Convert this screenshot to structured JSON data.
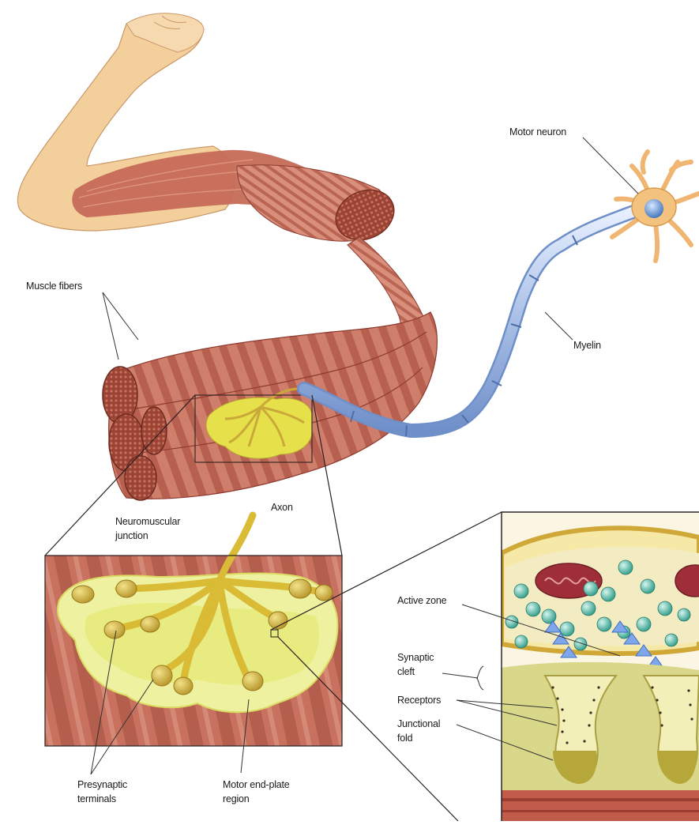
{
  "labels": {
    "motor_neuron": "Motor neuron",
    "muscle_fibers": "Muscle fibers",
    "myelin": "Myelin",
    "axon": "Axon",
    "neuromuscular_junction_line1": "Neuromuscular",
    "neuromuscular_junction_line2": "junction",
    "active_zone": "Active zone",
    "synaptic_cleft_line1": "Synaptic",
    "synaptic_cleft_line2": "cleft",
    "receptors": "Receptors",
    "junctional_fold_line1": "Junctional",
    "junctional_fold_line2": "fold",
    "presynaptic_terminals_line1": "Presynaptic",
    "presynaptic_terminals_line2": "terminals",
    "motor_end_plate_line1": "Motor end-plate",
    "motor_end_plate_line2": "region"
  },
  "colors": {
    "skin": "#f3cf9c",
    "muscle": "#c9715f",
    "muscle_dark": "#8e3b2f",
    "terminal_yellow": "#e6e04a",
    "endplate_pale": "#eef2a0",
    "myelin": "#a9bfe6",
    "vesicle": "#5bb8a8",
    "receptor_blue": "#6f9ee0"
  }
}
